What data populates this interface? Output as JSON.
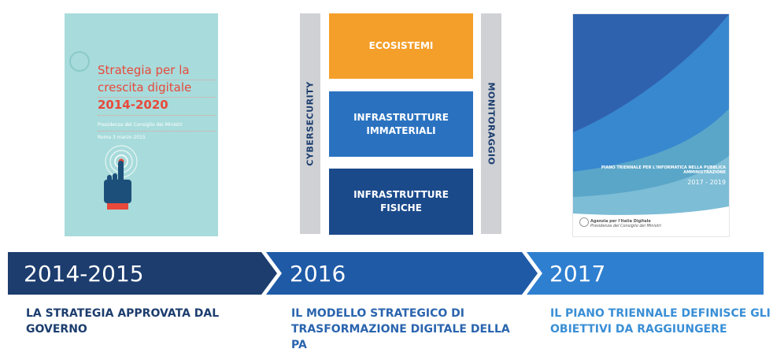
{
  "strategy_cover": {
    "title_line1": "Strategia per la",
    "title_line2": "crescita digitale",
    "years": "2014-2020",
    "publisher": "Presidenza del Consiglio dei Ministri",
    "date": "Roma 3 marzo 2015"
  },
  "model": {
    "left_label": "CYBERSECURITY",
    "right_label": "MONITORAGGIO",
    "blocks": [
      {
        "label": "ECOSISTEMI",
        "color": "#f49f2a"
      },
      {
        "label": "INFRASTRUTTURE IMMATERIALI",
        "color": "#2a72c0"
      },
      {
        "label": "INFRASTRUTTURE FISICHE",
        "color": "#1b4a8b"
      }
    ]
  },
  "plan_cover": {
    "title": "PIANO TRIENNALE PER L'INFORMATICA NELLA PUBBLICA AMMINISTRAZIONE",
    "years": "2017 - 2019",
    "agency_name": "Agenzia per l'Italia Digitale",
    "agency_sub": "Presidenza del Consiglio dei Ministri"
  },
  "timeline": [
    {
      "year": "2014-2015",
      "caption": "LA STRATEGIA APPROVATA DAL GOVERNO",
      "color": "#1c3d6e"
    },
    {
      "year": "2016",
      "caption": "IL MODELLO STRATEGICO DI TRASFORMAZIONE DIGITALE DELLA PA",
      "color": "#1f5aa6"
    },
    {
      "year": "2017",
      "caption": "IL PIANO TRIENNALE DEFINISCE GLI OBIETTIVI DA RAGGIUNGERE",
      "color": "#2f7fd0"
    }
  ]
}
